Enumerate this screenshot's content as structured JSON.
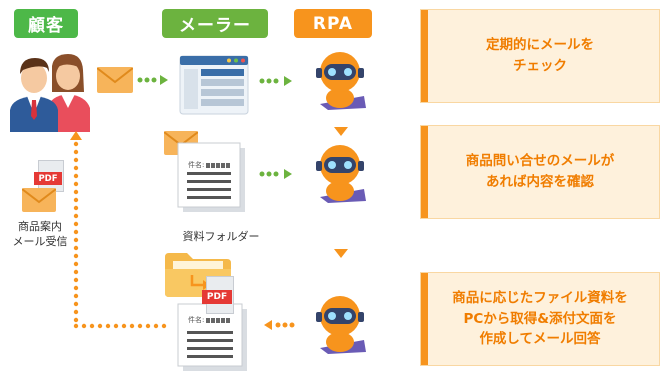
{
  "headers": {
    "customer": "顧客",
    "mailer": "メーラー",
    "rpa": "RPA"
  },
  "callouts": {
    "step1": [
      "定期的にメールを",
      "チェック"
    ],
    "step2": [
      "商品問い合せのメールが",
      "あれば内容を確認"
    ],
    "step3": [
      "商品に応じたファイル資料を",
      "PCから取得&添付文面を",
      "作成してメール回答"
    ]
  },
  "labels": {
    "received": [
      "商品案内",
      "メール受信"
    ],
    "folder": "資料フォルダー",
    "subject": "件名:",
    "pdf": "PDF"
  },
  "colors": {
    "customer_header": "#4db848",
    "mailer_header": "#6cb33f",
    "rpa_header": "#f7941d",
    "dots_green": "#6cb33f",
    "dots_orange": "#f7941d",
    "callout_text": "#f07d00",
    "callout_bg": "#fef1dc"
  },
  "icons": [
    "people-icon",
    "envelope-icon",
    "mailer-window-icon",
    "robot-icon",
    "document-icon",
    "folder-icon",
    "pdf-icon"
  ]
}
